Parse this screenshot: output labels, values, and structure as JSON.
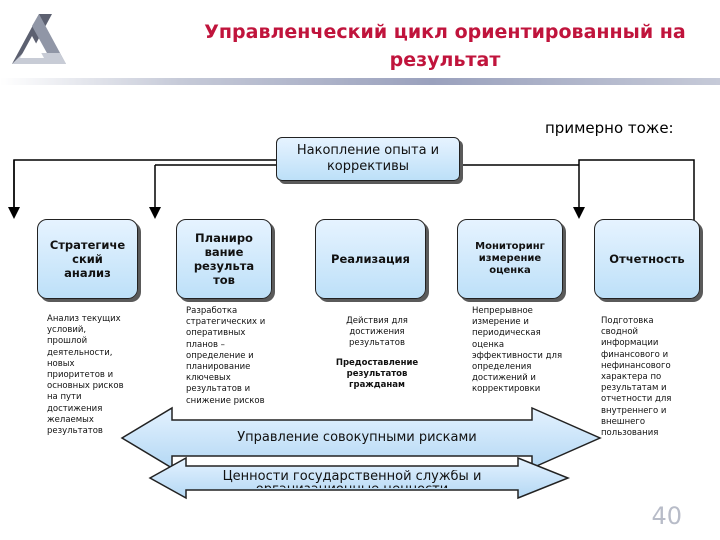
{
  "header": {
    "title": "Управленческий цикл ориентированный на результат"
  },
  "note": "примерно тоже:",
  "top_box": "Накопление опыта и коррективы",
  "stages": [
    {
      "label": "Стратегиче ский анализ",
      "desc": "Анализ текущих условий, прошлой деятельности, новых приоритетов и основных рисков на пути достижения желаемых результатов"
    },
    {
      "label": "Планиро вание результа тов",
      "desc": "Разработка стратегических и оперативных планов – определение и планирование ключевых результатов и снижение рисков"
    },
    {
      "label": "Реализация",
      "desc": "Действия для достижения результатов",
      "desc_bold": "Предоставление результатов гражданам"
    },
    {
      "label": "Мониторинг измерение оценка",
      "desc": "Непрерывное измерение и периодическая оценка эффективности для определения достижений и корректировки"
    },
    {
      "label": "Отчетность",
      "desc": "Подготовка сводной информации финансового и нефинансового характера по результатам и отчетности для внутреннего и внешнего пользования"
    }
  ],
  "bands": {
    "risk": "Управление совокупными рисками",
    "values": "Ценности государственной службы и организационные ценности"
  },
  "page_number": "40"
}
